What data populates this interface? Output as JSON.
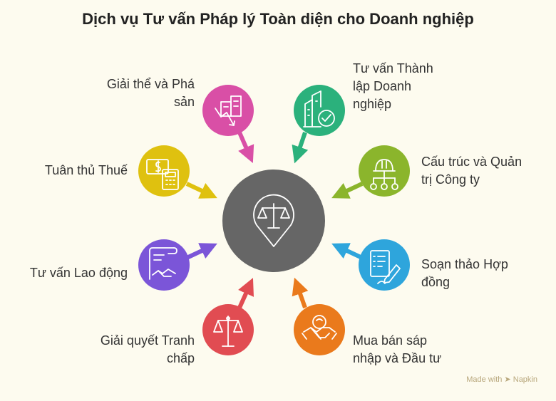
{
  "title": "Dịch vụ Tư vấn Pháp lý Toàn diện cho Doanh nghiệp",
  "center": {
    "icon": "legal-scale-pin-icon",
    "color": "#666666"
  },
  "services": [
    {
      "key": "dissolution",
      "lines": [
        "Giải thể và Phá",
        "sản"
      ],
      "color": "#d94fa6",
      "icon": "declining-building-icon"
    },
    {
      "key": "establishment",
      "lines": [
        "Tư vấn Thành",
        "lập Doanh",
        "nghiệp"
      ],
      "color": "#2bb17c",
      "icon": "building-check-icon"
    },
    {
      "key": "tax",
      "lines": [
        "Tuân thủ Thuế"
      ],
      "color": "#dfc10f",
      "icon": "money-calculator-icon"
    },
    {
      "key": "governance",
      "lines": [
        "Cấu trúc và Quản",
        "trị Công ty"
      ],
      "color": "#8bb52c",
      "icon": "org-structure-hardhat-icon"
    },
    {
      "key": "labor",
      "lines": [
        "Tư vấn Lao động"
      ],
      "color": "#7b55d8",
      "icon": "contract-handshake-icon"
    },
    {
      "key": "contracts",
      "lines": [
        "Soạn thảo Hợp",
        "đồng"
      ],
      "color": "#2ea5dc",
      "icon": "document-signing-icon"
    },
    {
      "key": "disputes",
      "lines": [
        "Giải quyết Tranh",
        "chấp"
      ],
      "color": "#e14c52",
      "icon": "scales-of-justice-icon"
    },
    {
      "key": "ma",
      "lines": [
        "Mua bán sáp",
        "nhập và Đầu tư"
      ],
      "color": "#ea7a1c",
      "icon": "deal-handshake-icon"
    }
  ],
  "footer": {
    "prefix": "Made with",
    "brand": "Napkin"
  }
}
